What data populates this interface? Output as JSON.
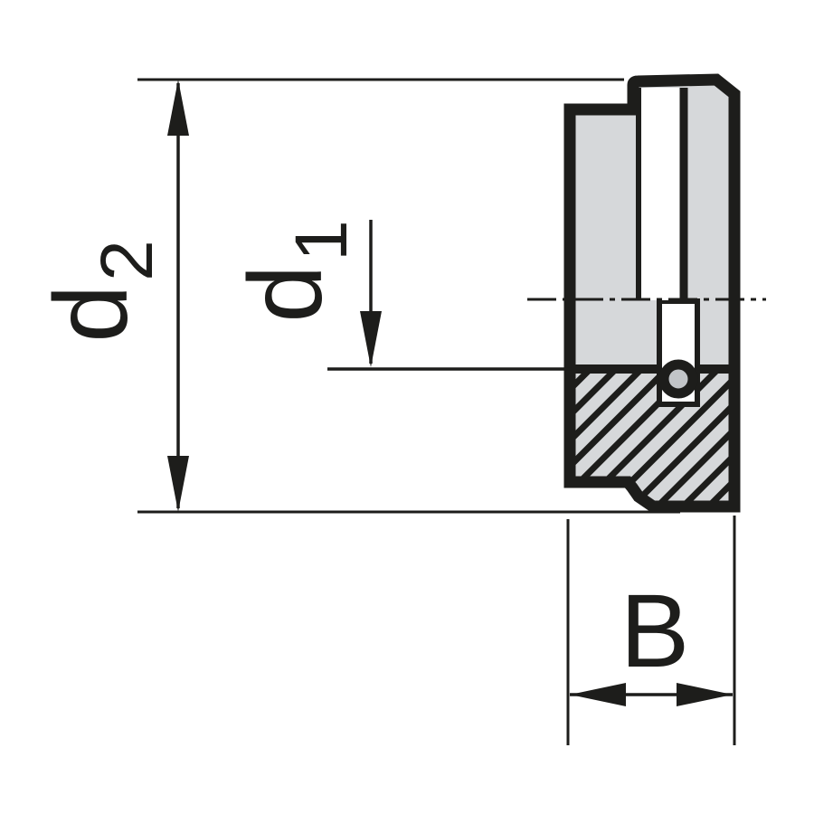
{
  "drawing": {
    "colors": {
      "line": "#1d1d1b",
      "fill": "#d6d8da",
      "fill_dark": "#c2c5c8",
      "background": "#ffffff"
    },
    "labels": {
      "d2": {
        "base": "d",
        "sub": "2"
      },
      "d1": {
        "base": "d",
        "sub": "1"
      },
      "width": {
        "base": "B"
      }
    }
  }
}
